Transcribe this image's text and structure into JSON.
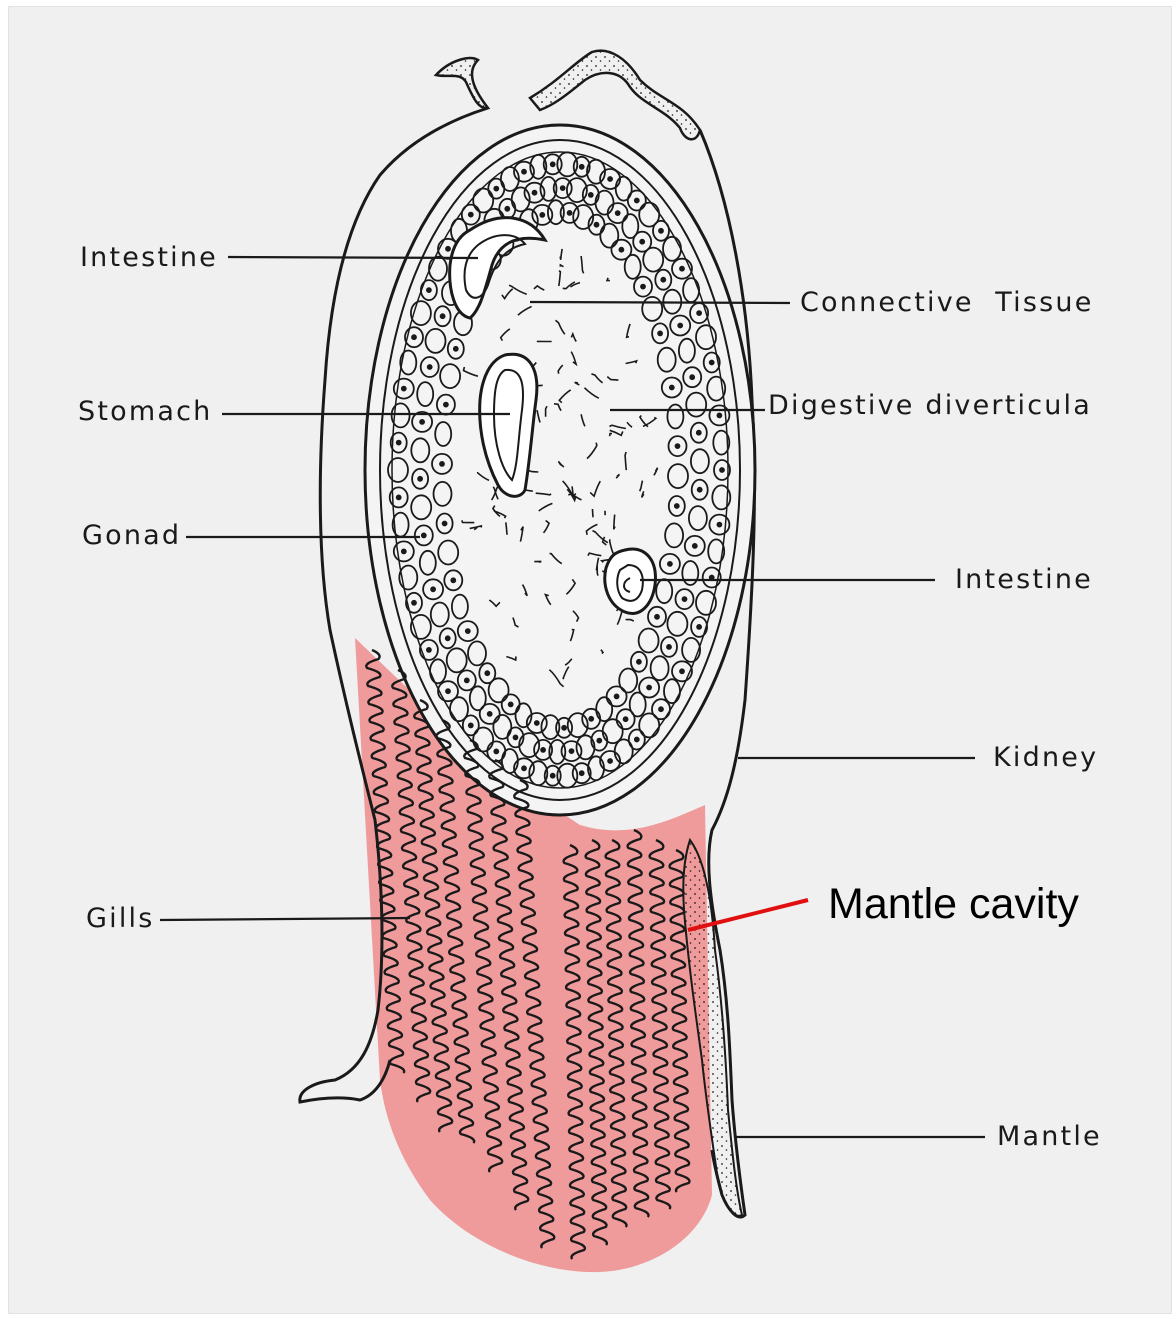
{
  "labels": {
    "intestine_top": "Intestine",
    "connective_tissue": "Connective  Tissue",
    "stomach": "Stomach",
    "digestive_diverticula": "Digestive diverticula",
    "gonad": "Gonad",
    "intestine_right": "Intestine",
    "kidney": "Kidney",
    "gills": "Gills",
    "mantle_cavity": "Mantle cavity",
    "mantle": "Mantle"
  },
  "colors": {
    "paper": "#f0f0f0",
    "ink": "#1a1a1a",
    "highlight_fill": "#f08c8c",
    "highlight_line": "#e01010"
  }
}
